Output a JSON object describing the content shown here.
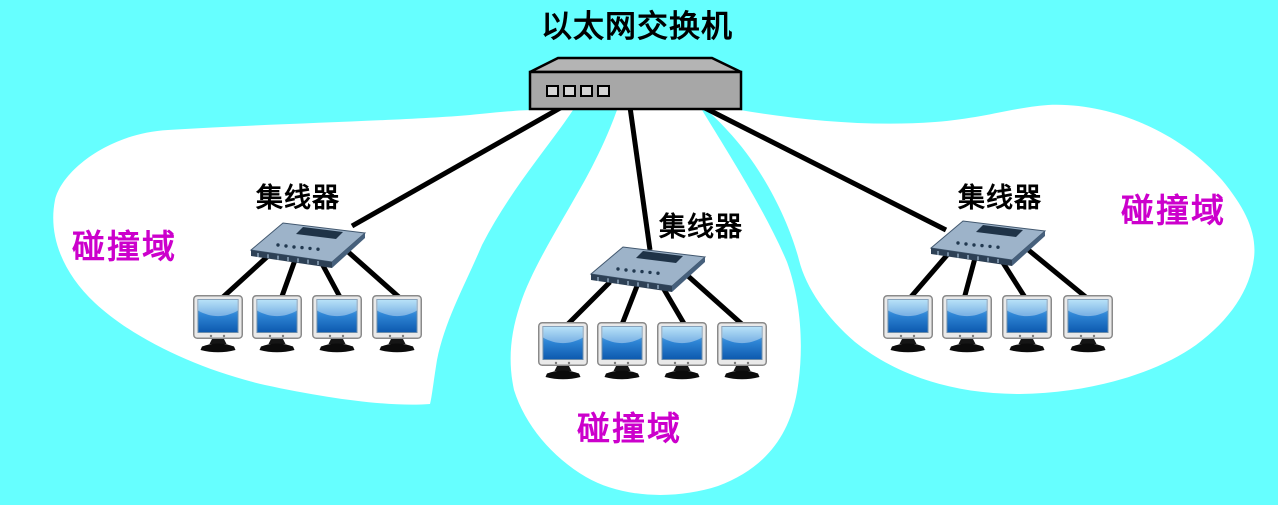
{
  "diagram": {
    "title": "以太网交换机",
    "background_color": "#66FFFF",
    "cloud_color": "#FFFFFF",
    "line_color": "#000000",
    "domain_label_color": "#CC00CC",
    "switch": {
      "name": "ethernet-switch",
      "label": "以太网交换机",
      "port_count": 4
    },
    "hubs": [
      {
        "label": "集线器",
        "computer_count": 4
      },
      {
        "label": "集线器",
        "computer_count": 4
      },
      {
        "label": "集线器",
        "computer_count": 4
      }
    ],
    "collision_domains": [
      {
        "label": "碰撞域",
        "position": "left"
      },
      {
        "label": "碰撞域",
        "position": "bottom-center"
      },
      {
        "label": "碰撞域",
        "position": "right"
      }
    ]
  }
}
